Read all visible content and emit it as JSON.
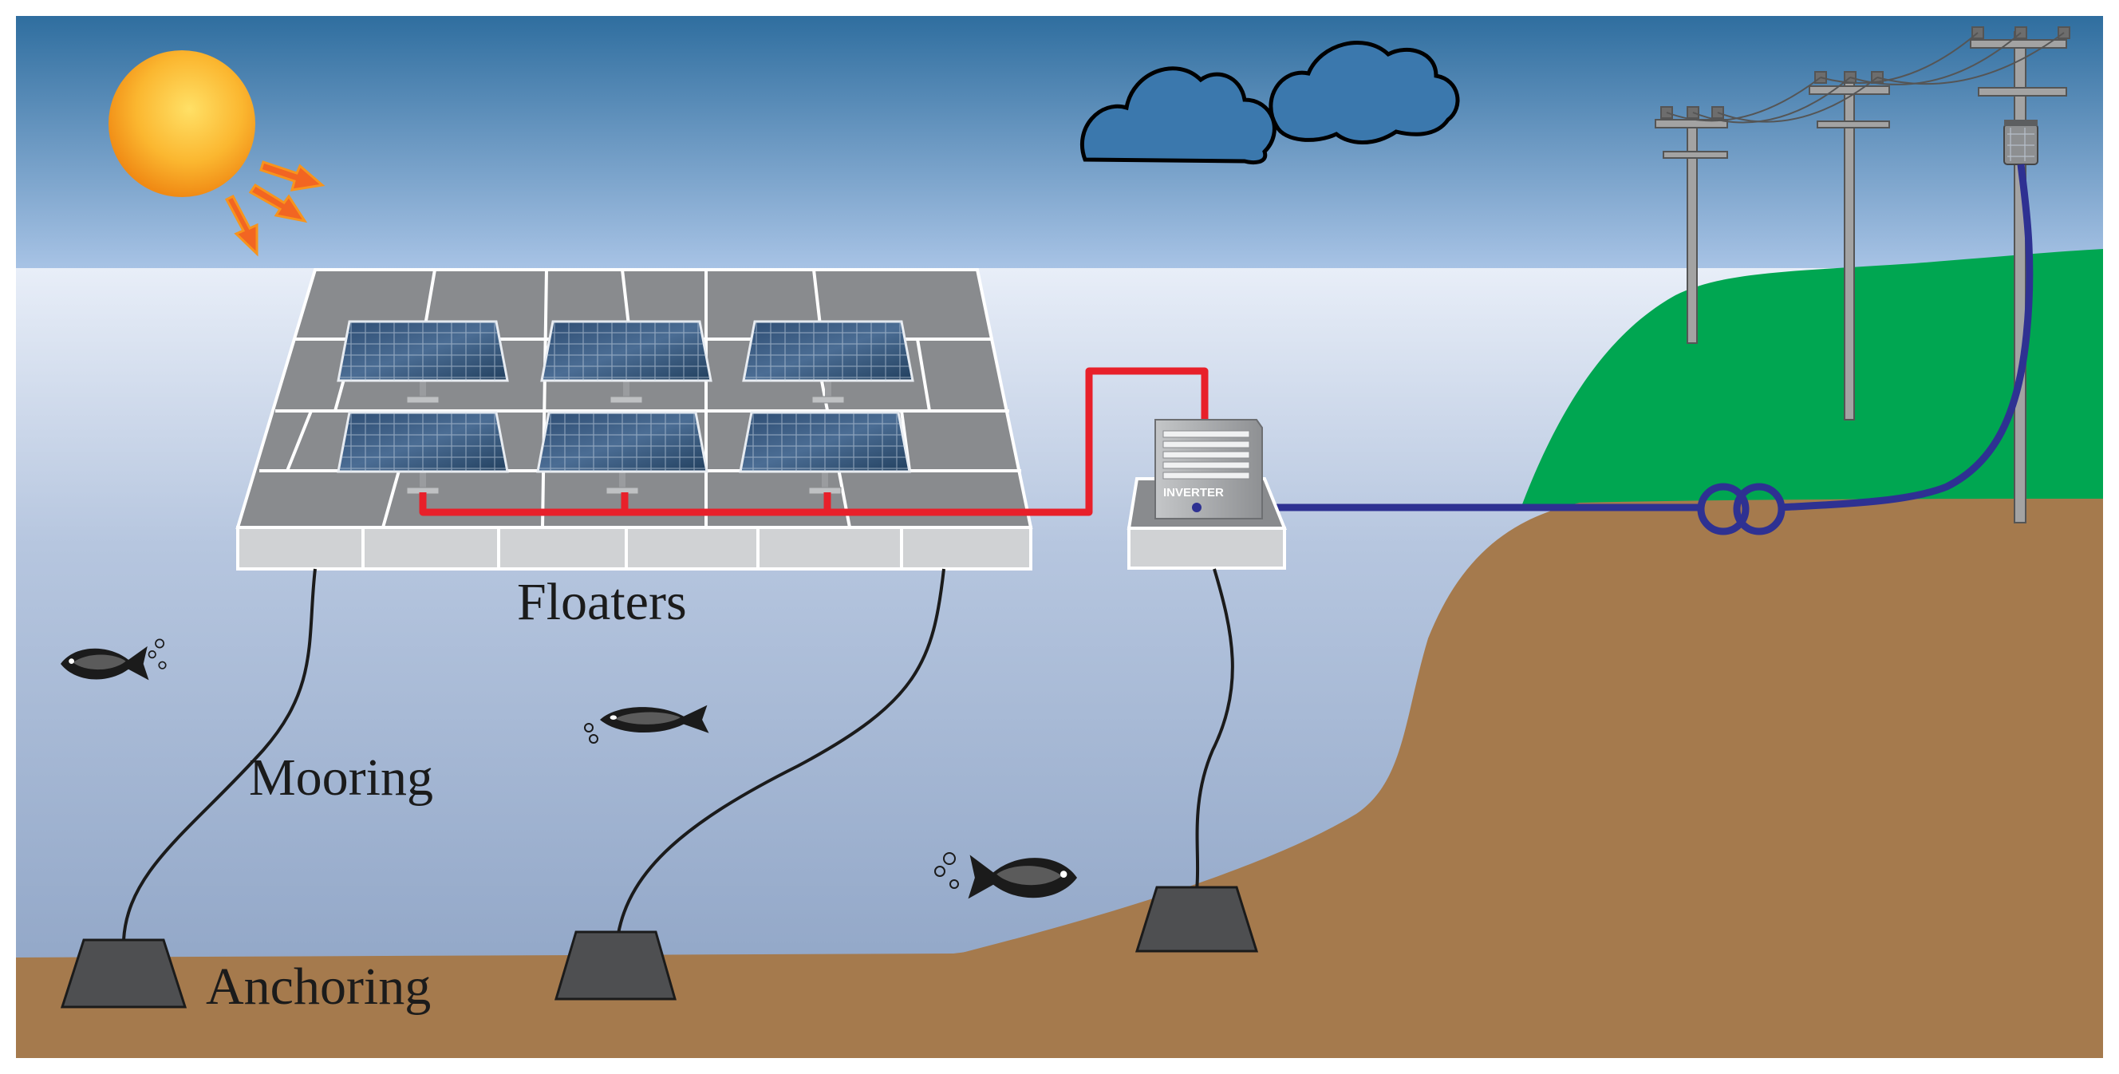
{
  "labels": {
    "floaters": "Floaters",
    "mooring": "Mooring",
    "anchoring": "Anchoring",
    "inverter": "INVERTER"
  },
  "colors": {
    "sky_top": "#2f6e9f",
    "sky_bottom": "#a9c4e6",
    "water_top": "#e8eef8",
    "water_bottom": "#8ea4c5",
    "seabed": "#a57a4d",
    "grass": "#00a651",
    "float_top": "#888a8d",
    "float_front": "#d0d2d4",
    "dc_cable": "#e8202a",
    "ac_cable": "#2e3192",
    "sun": "#f7a21b",
    "anchor_block": "#4e4f51"
  },
  "icons": [
    "sun-icon",
    "sun-ray-arrow-icon",
    "cloud-icon",
    "solar-panel-icon",
    "inverter-icon",
    "utility-pole-icon",
    "transformer-icon",
    "fish-icon",
    "anchor-block-icon"
  ]
}
